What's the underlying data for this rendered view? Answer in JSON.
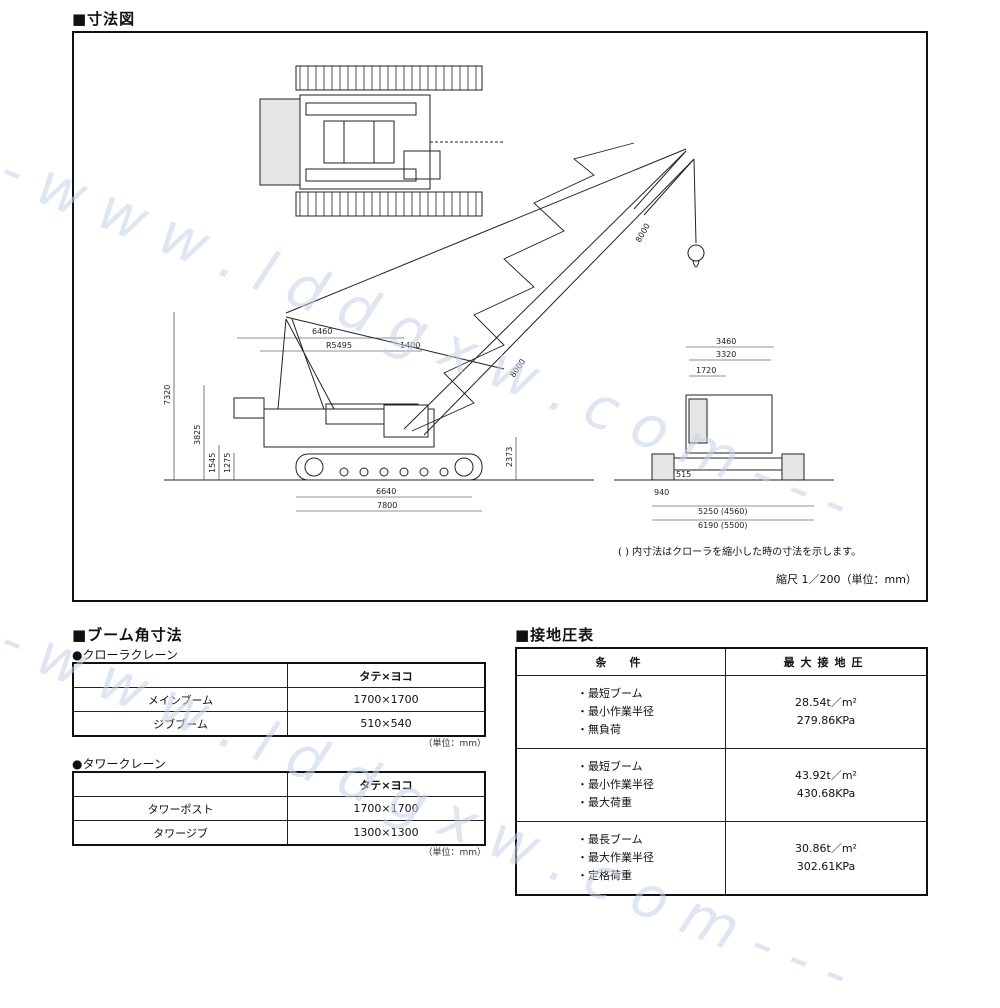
{
  "dimension_drawing": {
    "title": "■寸法図",
    "dims": {
      "width_6460": "6460",
      "radius_r5495": "R5495",
      "gap_1400": "1400",
      "height_7320": "7320",
      "height_3825": "3825",
      "height_1545": "1545",
      "height_1275": "1275",
      "height_2373": "2373",
      "track_6640": "6640",
      "length_7800": "7800",
      "boom_8000_upper": "8000",
      "boom_8000_lower": "8000",
      "width_3460": "3460",
      "width_3320": "3320",
      "width_1720": "1720",
      "gauge_515": "515",
      "shoe_940": "940",
      "span_5250": "5250 (4560)",
      "span_6190": "6190 (5500)"
    },
    "note": "( ) 内寸法はクローラを縮小した時の寸法を示します。",
    "scale": "縮尺 1／200（単位：mm）"
  },
  "boom_section": {
    "title": "■ブーム角寸法",
    "crawler": {
      "subtitle": "●クローラクレーン",
      "header": "タテ×ヨコ",
      "rows": [
        {
          "name": "メインブーム",
          "value": "1700×1700"
        },
        {
          "name": "ジブブーム",
          "value": "510×540"
        }
      ],
      "unit": "（単位：mm）"
    },
    "tower": {
      "subtitle": "●タワークレーン",
      "header": "タテ×ヨコ",
      "rows": [
        {
          "name": "タワーポスト",
          "value": "1700×1700"
        },
        {
          "name": "タワージブ",
          "value": "1300×1300"
        }
      ],
      "unit": "（単位：mm）"
    }
  },
  "ground_pressure": {
    "title": "■接地圧表",
    "header_condition": "条　件",
    "header_max": "最大接地圧",
    "rows": [
      {
        "conditions": [
          "・最短ブーム",
          "・最小作業半径",
          "・無負荷"
        ],
        "t_per_m2": "28.54t／m²",
        "kpa": "279.86KPa"
      },
      {
        "conditions": [
          "・最短ブーム",
          "・最小作業半径",
          "・最大荷重"
        ],
        "t_per_m2": "43.92t／m²",
        "kpa": "430.68KPa"
      },
      {
        "conditions": [
          "・最長ブーム",
          "・最大作業半径",
          "・定格荷重"
        ],
        "t_per_m2": "30.86t／m²",
        "kpa": "302.61KPa"
      }
    ]
  },
  "watermark": {
    "text1": "- - w w w . l d d g x w . c o m - - -",
    "text2": "- - w w w . l d d g x w . c o m - - -"
  }
}
